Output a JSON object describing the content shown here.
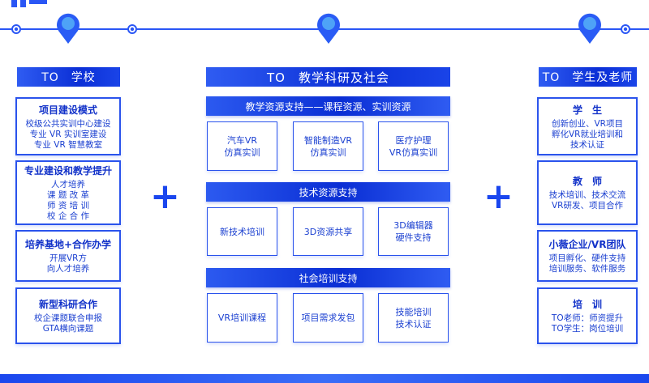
{
  "colors": {
    "primary": "#2a53ec",
    "dark": "#0b2fd6",
    "text": "#1a3fd0"
  },
  "left": {
    "header": "TO　学校",
    "boxes": [
      {
        "title": "项目建设模式",
        "lines": [
          "校级公共实训中心建设",
          "专业 VR 实训室建设",
          "专业 VR 智慧教室"
        ]
      },
      {
        "title": "专业建设和教学提升",
        "lines": [
          "人才培养",
          "课 题 改 革",
          "师 资 培 训",
          "校 企 合 作"
        ]
      },
      {
        "title": "培养基地+合作办学",
        "lines": [
          "开展VR方",
          "向人才培养"
        ]
      },
      {
        "title": "新型科研合作",
        "lines": [
          "校企课题联合申报",
          "GTA横向课题"
        ]
      }
    ]
  },
  "center": {
    "header": "TO　教学科研及社会",
    "sections": [
      {
        "title": "教学资源支持——课程资源、实训资源",
        "cells": [
          [
            "汽车VR",
            "仿真实训"
          ],
          [
            "智能制造VR",
            "仿真实训"
          ],
          [
            "医疗护理",
            "VR仿真实训"
          ]
        ]
      },
      {
        "title": "技术资源支持",
        "cells": [
          [
            "新技术培训"
          ],
          [
            "3D资源共享"
          ],
          [
            "3D编辑器",
            "硬件支持"
          ]
        ]
      },
      {
        "title": "社会培训支持",
        "cells": [
          [
            "VR培训课程"
          ],
          [
            "项目需求发包"
          ],
          [
            "技能培训",
            "技术认证"
          ]
        ]
      }
    ]
  },
  "right": {
    "header": "TO　学生及老师",
    "boxes": [
      {
        "title": "学　生",
        "lines": [
          "创新创业、VR项目",
          "孵化VR就业培训和",
          "技术认证"
        ]
      },
      {
        "title": "教　师",
        "lines": [
          "技术培训、技术交流",
          "VR研发、项目合作"
        ]
      },
      {
        "title": "小薇企业/VR团队",
        "lines": [
          "项目孵化、硬件支持",
          "培训服务、软件服务"
        ]
      },
      {
        "title": "培　训",
        "lines": [
          "TO老师：师资提升",
          "TO学生：岗位培训"
        ]
      }
    ]
  },
  "plus_symbols": [
    "+",
    "+"
  ],
  "icons": {
    "timeline_pin": "map-pin-icon",
    "timeline_node": "circle-node-icon"
  }
}
